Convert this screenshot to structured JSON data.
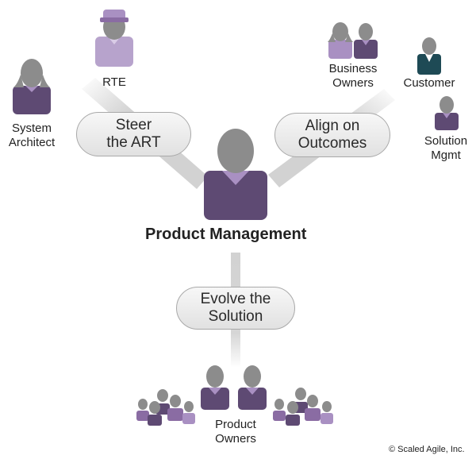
{
  "center": {
    "title": "Product Management"
  },
  "roles": {
    "system_architect": [
      "System",
      "Architect"
    ],
    "rte": [
      "RTE"
    ],
    "business_owners": [
      "Business",
      "Owners"
    ],
    "customer": [
      "Customer"
    ],
    "solution_mgmt": [
      "Solution",
      "Mgmt"
    ],
    "product_owners": [
      "Product",
      "Owners"
    ]
  },
  "responsibilities": {
    "steer": [
      "Steer",
      "the ART"
    ],
    "align": [
      "Align on",
      "Outcomes"
    ],
    "evolve": [
      "Evolve the",
      "Solution"
    ]
  },
  "copyright": "© Scaled Agile, Inc.",
  "colors": {
    "head_gray": "#8c8c8c",
    "purple_dark": "#5e4a73",
    "purple_light": "#a990c2",
    "purple_mid": "#8a6ca3",
    "teal_dark": "#1e4a55",
    "connector": "#d4d4d4"
  }
}
